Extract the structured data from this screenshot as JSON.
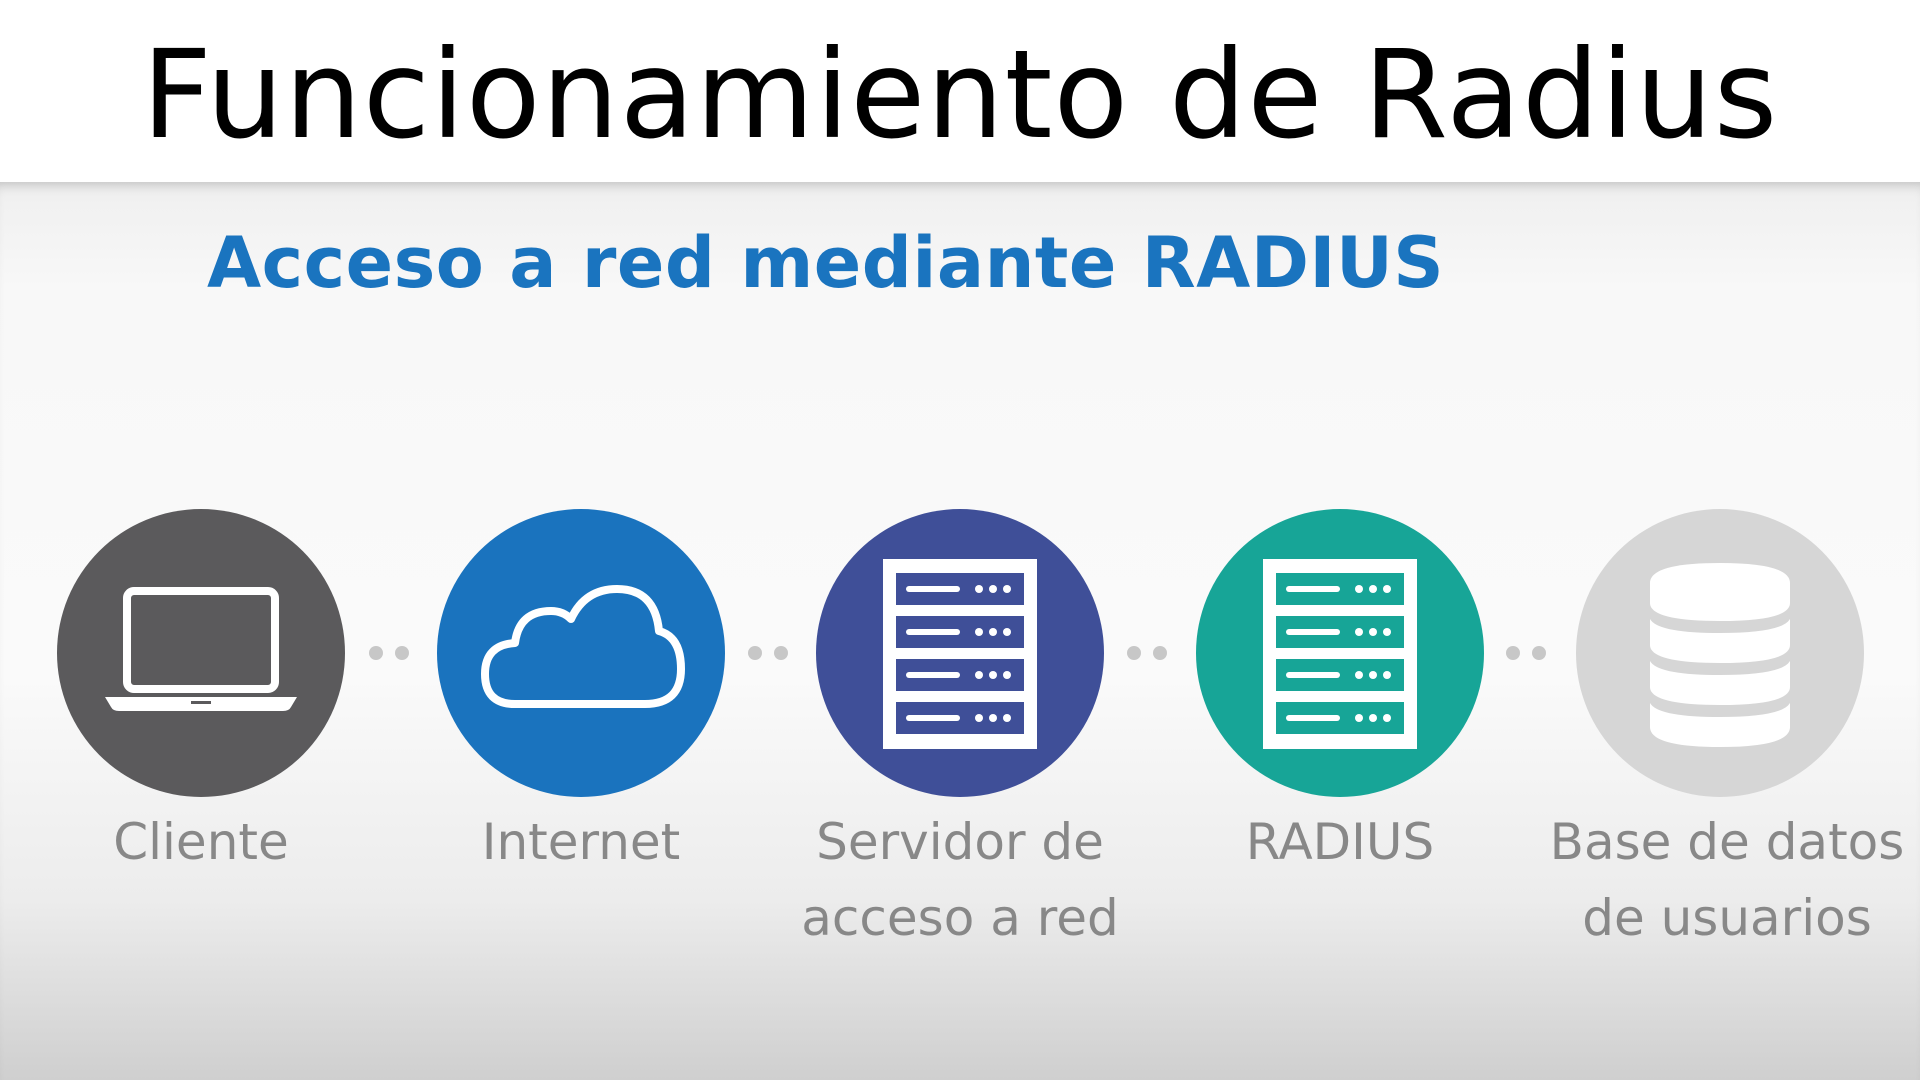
{
  "header": {
    "title": "Funcionamiento de Radius"
  },
  "slide": {
    "subtitle": "Acceso a red mediante RADIUS",
    "nodes": [
      {
        "label_line1": "Cliente",
        "label_line2": "",
        "icon": "laptop-icon",
        "color": "#5b5a5c"
      },
      {
        "label_line1": "Internet",
        "label_line2": "",
        "icon": "cloud-icon",
        "color": "#1a73be"
      },
      {
        "label_line1": "Servidor de",
        "label_line2": "acceso a red",
        "icon": "server-rack-icon",
        "color": "#3f4f98"
      },
      {
        "label_line1": "RADIUS",
        "label_line2": "",
        "icon": "server-rack-icon",
        "color": "#17a597"
      },
      {
        "label_line1": "Base de datos",
        "label_line2": "de usuarios",
        "icon": "database-icon",
        "color": "#d6d6d6"
      }
    ]
  }
}
